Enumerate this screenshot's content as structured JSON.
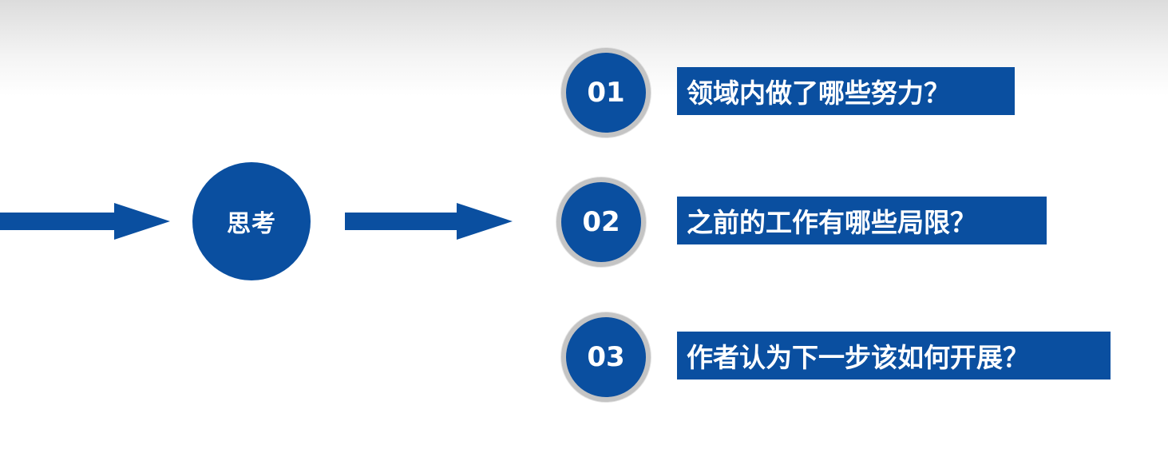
{
  "center": {
    "label": "思考"
  },
  "questions": [
    {
      "number": "01",
      "text": "领域内做了哪些努力？"
    },
    {
      "number": "02",
      "text": "之前的工作有哪些局限？"
    },
    {
      "number": "03",
      "text": "作者认为下一步该如何开展？"
    }
  ],
  "colors": {
    "primary": "#0a4fa0",
    "ring": "#c4c4c4",
    "text": "#ffffff"
  }
}
